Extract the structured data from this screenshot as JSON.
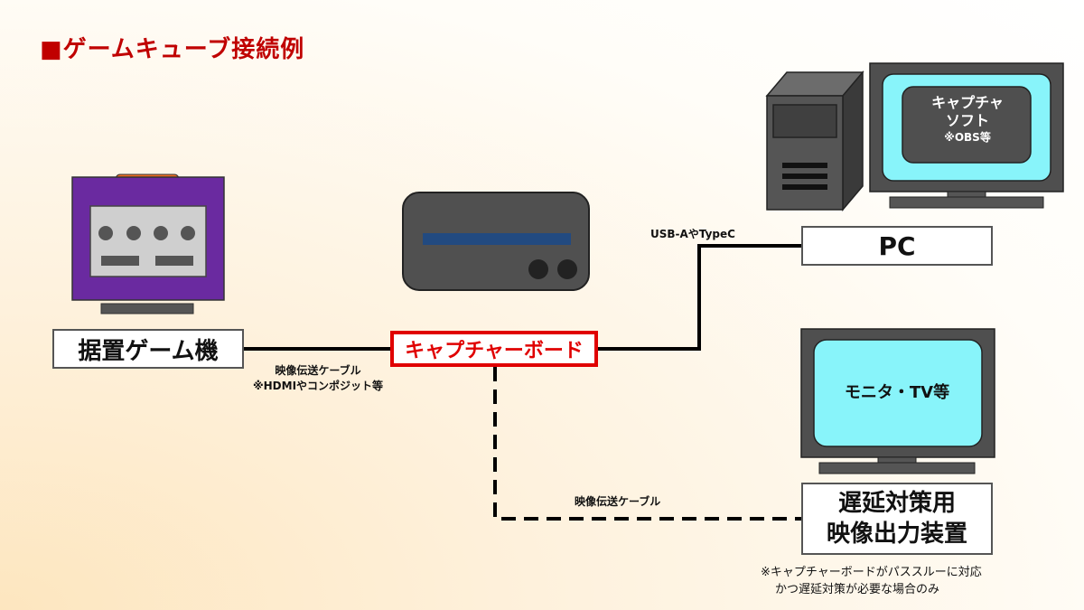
{
  "title": "■ゲームキューブ接続例",
  "nodes": {
    "console": "据置ゲーム機",
    "capture_board": "キャプチャーボード",
    "pc": "PC",
    "output_line1": "遅延対策用",
    "output_line2": "映像出力装置"
  },
  "cables": {
    "console_cable_line1": "映像伝送ケーブル",
    "console_cable_line2": "※HDMIやコンポジット等",
    "pc_cable": "USB-AやTypeC",
    "output_cable": "映像伝送ケーブル"
  },
  "pc_screen": {
    "line1": "キャプチャ",
    "line2": "ソフト",
    "line3": "※OBS等"
  },
  "tv_screen": "モニタ・TV等",
  "note": {
    "line1": "※キャプチャーボードがパススルーに対応",
    "line2": "かつ遅延対策が必要な場合のみ"
  },
  "colors": {
    "title_red": "#c00000",
    "capture_border": "#e00000",
    "console_purple": "#6a2aa0",
    "console_orange": "#f07020",
    "screen_cyan": "#88f4fa",
    "device_gray": "#4f4f4f"
  }
}
